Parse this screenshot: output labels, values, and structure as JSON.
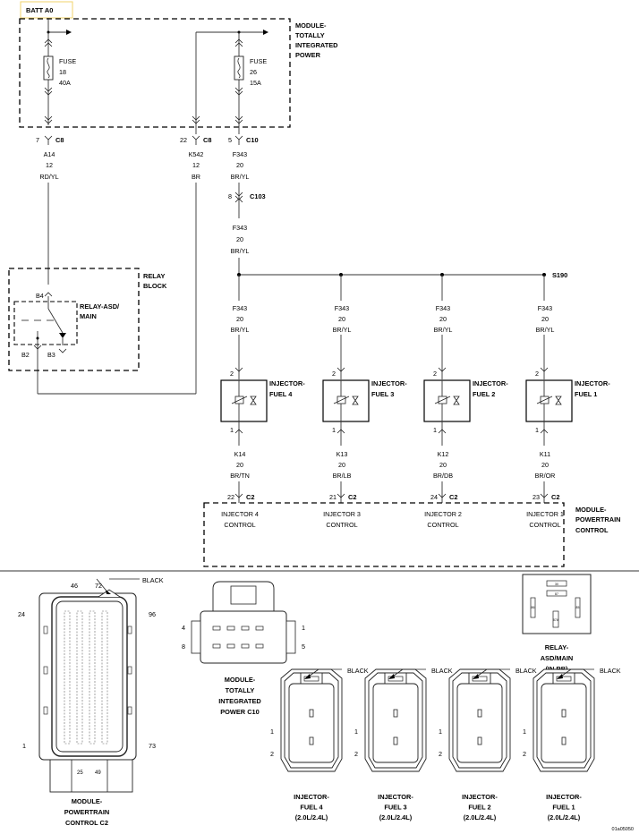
{
  "batt_label": "BATT A0",
  "tip_module": [
    "MODULE-",
    "TOTALLY",
    "INTEGRATED",
    "POWER"
  ],
  "fuse18": [
    "FUSE",
    "18",
    "40A"
  ],
  "fuse26": [
    "FUSE",
    "26",
    "15A"
  ],
  "conn_c8_7": {
    "pin": "7",
    "name": "C8"
  },
  "conn_c8_22": {
    "pin": "22",
    "name": "C8"
  },
  "conn_c10_5": {
    "pin": "5",
    "name": "C10"
  },
  "wire_a14": [
    "A14",
    "12",
    "RD/YL"
  ],
  "wire_k542": [
    "K542",
    "12",
    "BR"
  ],
  "wire_f343_top": [
    "F343",
    "20",
    "BR/YL"
  ],
  "conn_c103": {
    "pin": "8",
    "name": "C103"
  },
  "wire_f343_mid": [
    "F343",
    "20",
    "BR/YL"
  ],
  "splice": "S190",
  "relay_block": [
    "RELAY",
    "BLOCK"
  ],
  "relay_asd": [
    "RELAY-ASD/",
    "MAIN"
  ],
  "relay_pins": {
    "b4": "B4",
    "b2": "B2",
    "b3": "B3"
  },
  "injectors": [
    {
      "wire_in": [
        "F343",
        "20",
        "BR/YL"
      ],
      "pin_in": "2",
      "label": [
        "INJECTOR-",
        "FUEL 4"
      ],
      "pin_out": "1",
      "wire_out": [
        "K14",
        "20",
        "BR/TN"
      ],
      "pcm_pin": "22",
      "pcm_conn": "C2",
      "control": [
        "INJECTOR 4",
        "CONTROL"
      ]
    },
    {
      "wire_in": [
        "F343",
        "20",
        "BR/YL"
      ],
      "pin_in": "2",
      "label": [
        "INJECTOR-",
        "FUEL 3"
      ],
      "pin_out": "1",
      "wire_out": [
        "K13",
        "20",
        "BR/LB"
      ],
      "pcm_pin": "21",
      "pcm_conn": "C2",
      "control": [
        "INJECTOR 3",
        "CONTROL"
      ]
    },
    {
      "wire_in": [
        "F343",
        "20",
        "BR/YL"
      ],
      "pin_in": "2",
      "label": [
        "INJECTOR-",
        "FUEL 2"
      ],
      "pin_out": "1",
      "wire_out": [
        "K12",
        "20",
        "BR/DB"
      ],
      "pcm_pin": "24",
      "pcm_conn": "C2",
      "control": [
        "INJECTOR 2",
        "CONTROL"
      ]
    },
    {
      "wire_in": [
        "F343",
        "20",
        "BR/YL"
      ],
      "pin_in": "2",
      "label": [
        "INJECTOR-",
        "FUEL 1"
      ],
      "pin_out": "1",
      "wire_out": [
        "K11",
        "20",
        "BR/OR"
      ],
      "pcm_pin": "23",
      "pcm_conn": "C2",
      "control": [
        "INJECTOR 1",
        "CONTROL"
      ]
    }
  ],
  "pcm_module": [
    "MODULE-",
    "POWERTRAIN",
    "CONTROL"
  ],
  "pcm_connector": {
    "color": "BLACK",
    "pins": {
      "p46": "46",
      "p72": "72",
      "p24": "24",
      "p96": "96",
      "p1": "1",
      "p73": "73",
      "p25": "25",
      "p49": "49"
    },
    "caption": [
      "MODULE-",
      "POWERTRAIN",
      "CONTROL C2"
    ]
  },
  "tipm_connector": {
    "pins": {
      "p4": "4",
      "p1": "1",
      "p8": "8",
      "p5": "5"
    },
    "caption": [
      "MODULE-",
      "TOTALLY",
      "INTEGRATED",
      "POWER C10"
    ]
  },
  "relay_view": {
    "pins": [
      "30",
      "87",
      "86",
      "85",
      "87A"
    ],
    "caption": [
      "RELAY-",
      "ASD/MAIN",
      "(IN RB)"
    ]
  },
  "injector_connectors": [
    {
      "color": "BLACK",
      "p1": "1",
      "p2": "2",
      "caption": [
        "INJECTOR-",
        "FUEL 4",
        "(2.0L/2.4L)"
      ]
    },
    {
      "color": "BLACK",
      "p1": "1",
      "p2": "2",
      "caption": [
        "INJECTOR-",
        "FUEL 3",
        "(2.0L/2.4L)"
      ]
    },
    {
      "color": "BLACK",
      "p1": "1",
      "p2": "2",
      "caption": [
        "INJECTOR-",
        "FUEL 2",
        "(2.0L/2.4L)"
      ]
    },
    {
      "color": "BLACK",
      "p1": "1",
      "p2": "2",
      "caption": [
        "INJECTOR-",
        "FUEL 1",
        "(2.0L/2.4L)"
      ]
    }
  ],
  "figure_id": "01a05050"
}
